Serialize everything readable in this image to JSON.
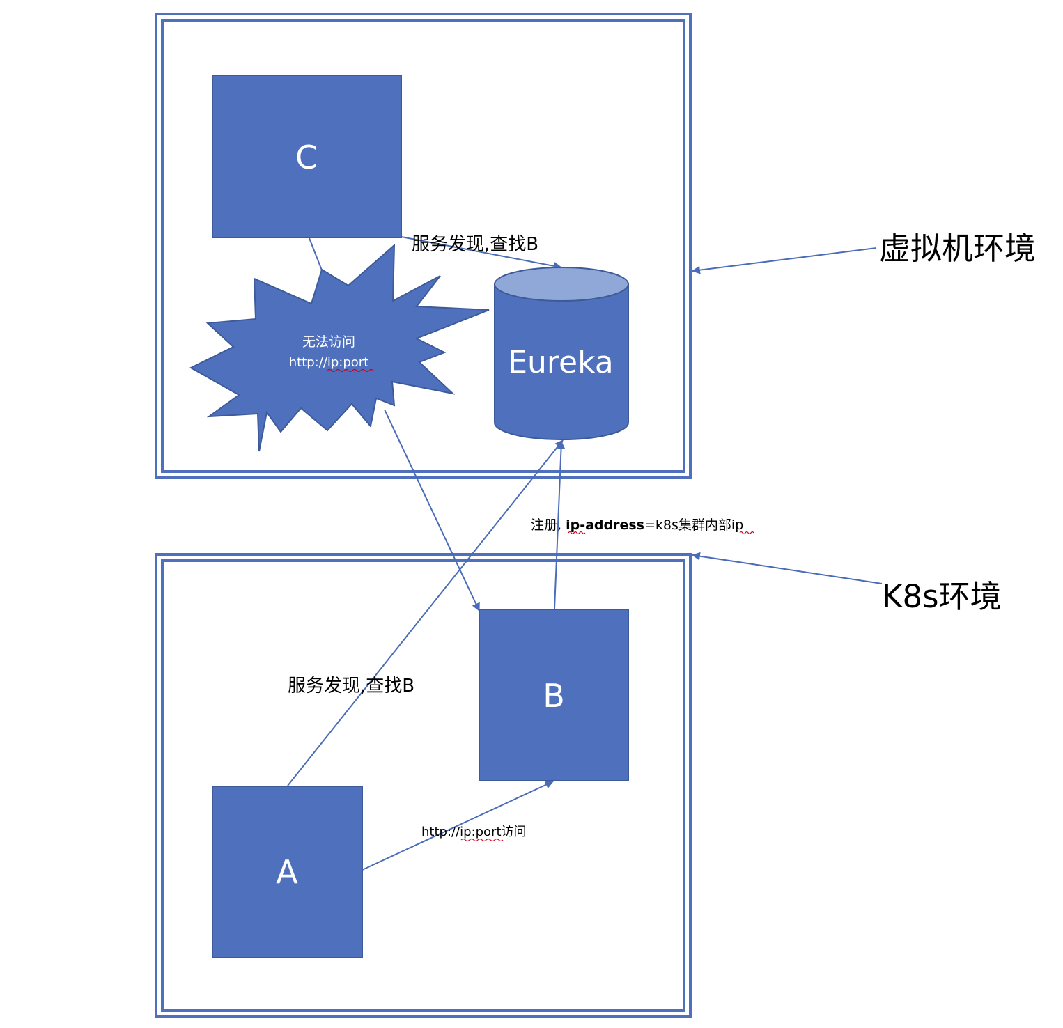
{
  "colors": {
    "shape_fill": "#4f71bd",
    "shape_stroke": "#3d5a99",
    "frame_border": "#4f71bd",
    "cylinder_top": "#8fa8d8",
    "connector": "#4a6cb8",
    "text_dark": "#000000",
    "text_light": "#ffffff",
    "squiggle": "#d0021b"
  },
  "environments": {
    "vm": {
      "label": "虚拟机环境"
    },
    "k8s": {
      "label": "K8s环境"
    }
  },
  "nodes": {
    "c": {
      "label": "C"
    },
    "eureka": {
      "label": "Eureka"
    },
    "b": {
      "label": "B"
    },
    "a": {
      "label": "A"
    },
    "burst": {
      "line1": "无法访问",
      "line2": "http://ip:port"
    }
  },
  "edges": {
    "c_discover": "服务发现,查找B",
    "b_register": {
      "prefix": "注册, ",
      "key": "ip-address",
      "suffix": "=k8s集群内部ip"
    },
    "a_discover": "服务发现,查找B",
    "a_to_b": "http://ip:port访问"
  }
}
